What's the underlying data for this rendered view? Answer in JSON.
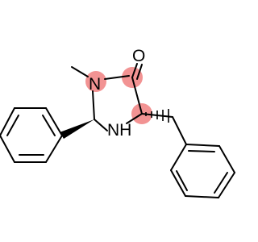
{
  "molecule": {
    "atoms": {
      "oxygen": "O",
      "n_methyl": "N",
      "nh": "NH"
    },
    "colors": {
      "bond": "#000000",
      "stereo_highlight": "#f08080",
      "label": "#000000"
    }
  }
}
